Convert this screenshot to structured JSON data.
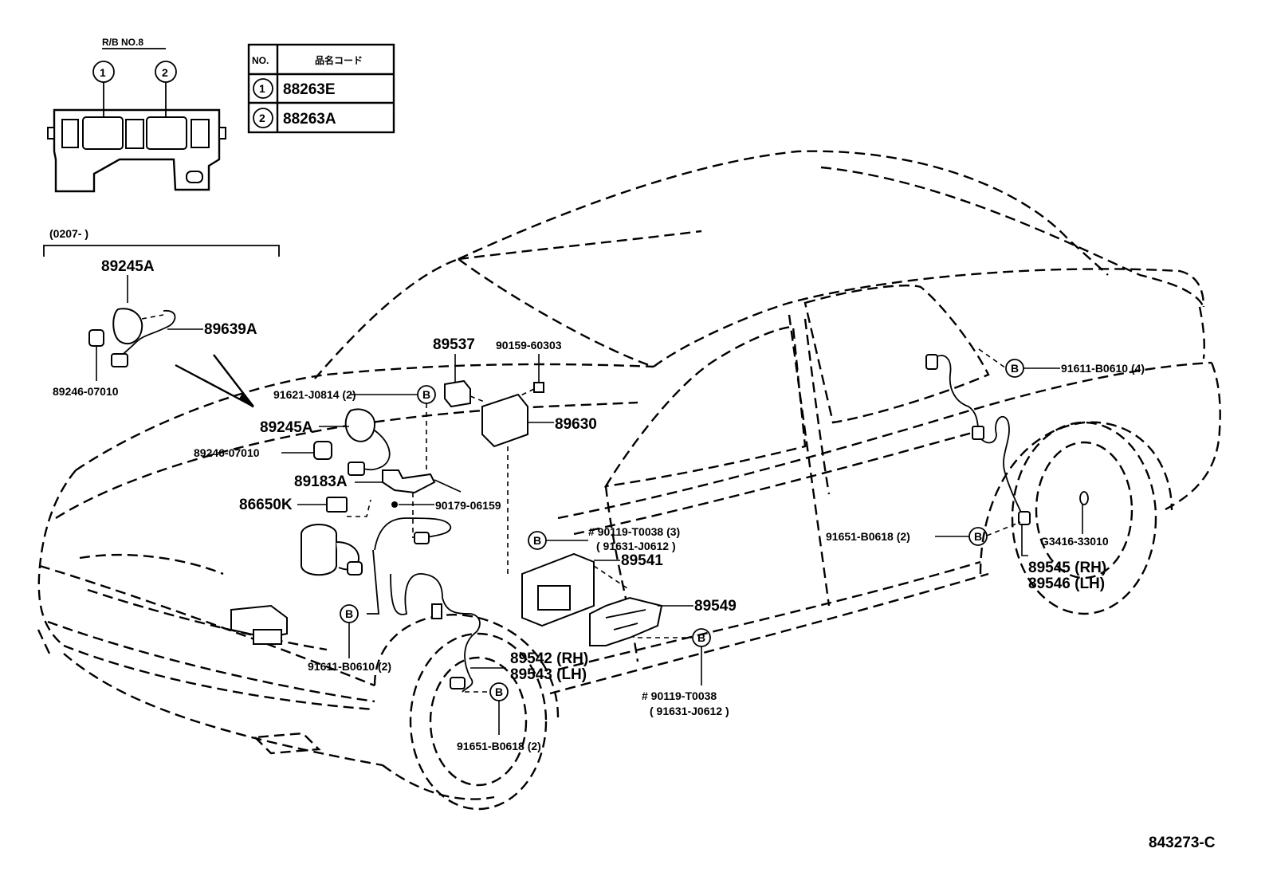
{
  "inset": {
    "relay_block_title": "R/B NO.8",
    "socket_1_num": "1",
    "socket_2_num": "2",
    "date_range": "(0207-      )"
  },
  "table": {
    "col_no": "NO.",
    "col_code": "品名コード",
    "rows": [
      {
        "no": "1",
        "code": "88263E"
      },
      {
        "no": "2",
        "code": "88263A"
      }
    ]
  },
  "callouts": {
    "b_marker": "B",
    "p_89245A_top": "89245A",
    "p_89639A": "89639A",
    "p_89246_top": "89246-07010",
    "p_89537": "89537",
    "p_90159": "90159-60303",
    "p_91621": "91621-J0814 (2)",
    "p_89245A": "89245A",
    "p_89630": "89630",
    "p_89246": "89246-07010",
    "p_89183A": "89183A",
    "p_86650K": "86650K",
    "p_90179": "90179-06159",
    "p_90119_upper": "# 90119-T0038 (3)",
    "p_91631_upper": "( 91631-J0612 )",
    "p_89541": "89541",
    "p_89549": "89549",
    "p_89542": "89542 (RH)",
    "p_89543": "89543 (LH)",
    "p_91611_front": "91611-B0610 (2)",
    "p_90119_lower": "# 90119-T0038",
    "p_91631_lower": "( 91631-J0612 )",
    "p_91651_front": "91651-B0618 (2)",
    "p_91611_rear": "91611-B0610 (4)",
    "p_91651_rear": "91651-B0618 (2)",
    "p_G3416": "G3416-33010",
    "p_89545": "89545 (RH)",
    "p_89546": "89546 (LH)"
  },
  "diagram_id": "843273-C"
}
